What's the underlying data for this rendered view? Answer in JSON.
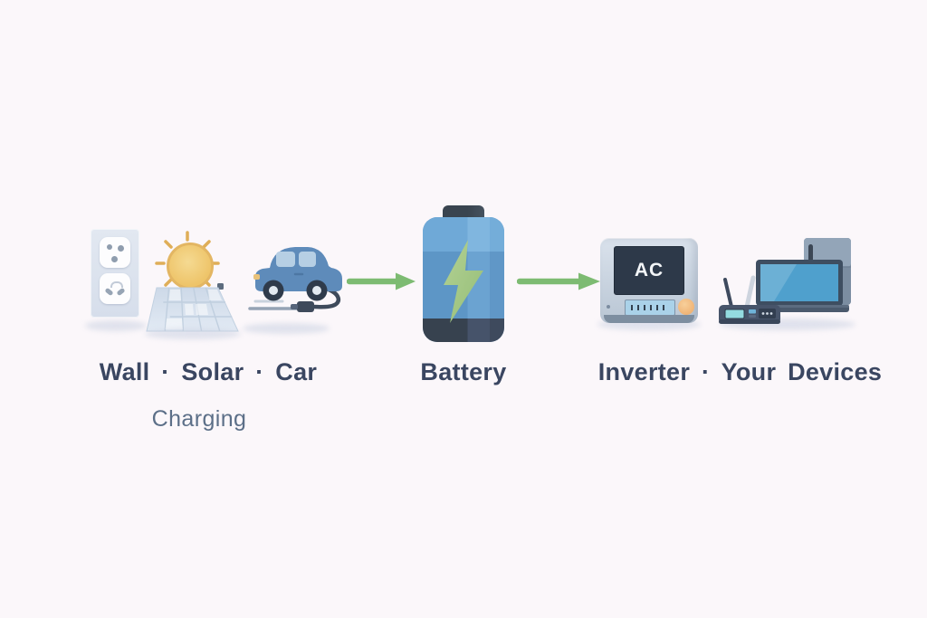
{
  "background_color": "#fbf7fa",
  "flow": {
    "sources": {
      "label": "Wall · Solar · Car",
      "sublabel": "Charging",
      "icons": [
        "wall-outlet-icon",
        "sun-icon",
        "solar-panel-icon",
        "car-charging-icon"
      ]
    },
    "battery": {
      "label": "Battery",
      "icon": "battery-icon",
      "bolt_icon": "lightning-bolt-icon"
    },
    "output": {
      "label": "Inverter · Your Devices",
      "inverter_screen": "AC",
      "icons": [
        "inverter-icon",
        "wifi-router-icon",
        "laptop-icon",
        "refrigerator-icon"
      ]
    },
    "arrows": {
      "count": 2,
      "direction": "right",
      "color": "#7dbb72"
    }
  },
  "colors": {
    "label_text": "#3a4661",
    "sublabel_text": "#5c6f88",
    "arrow_green": "#7dbb72",
    "battery_body_blue": "#5d96c6",
    "battery_top_blue": "#76aeda",
    "battery_dark_band": "#3f4c5d",
    "bolt_green": "#a6c989",
    "sun_gold": "#eec469",
    "car_blue": "#5e8bba",
    "inverter_grey": "#c5d1de",
    "screen_navy": "#2d3949"
  }
}
